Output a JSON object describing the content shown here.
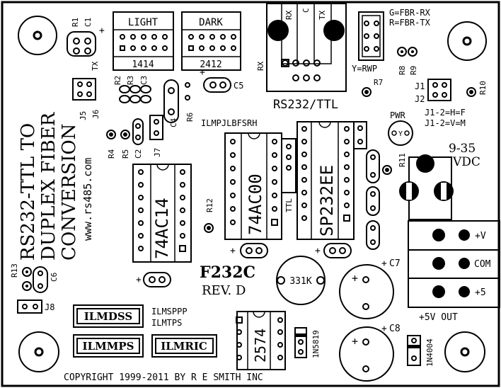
{
  "board": {
    "title_line1": "RS232-TTL TO",
    "title_line2": "DUPLEX FIBER",
    "title_line3": "CONVERSION",
    "website": "www.rs485.com",
    "model": "F232C",
    "revision": "REV. D",
    "copyright": "COPYRIGHT 1999-2011 BY R E SMITH INC"
  },
  "connectors": {
    "light_label": "LIGHT",
    "light_part": "1414",
    "dark_label": "DARK",
    "dark_part": "2412",
    "rs232_ttl": "RS232/TTL",
    "rx_top": "RX",
    "c_top": "C",
    "tx_top": "TX",
    "rx_side": "RX",
    "tx_side": "TX"
  },
  "legend": {
    "g_fbr_rx": "G=FBR-RX",
    "r_fbr_tx": "R=FBR-TX",
    "y_rwp": "Y=RWP",
    "j1_h_f": "J1-2=H=F",
    "j1_v_m": "J1-2=V=M",
    "pwr": "PWR",
    "led_y": "Y"
  },
  "power": {
    "input": "9-35",
    "input_unit": "VDC",
    "plus_v": "+V",
    "com": "COM",
    "plus5": "+5",
    "out": "+5V OUT"
  },
  "chips": {
    "u1": "74AC14",
    "u2": "74AC00",
    "u3": "SP232EE",
    "u4": "2574",
    "ttl": "TTL",
    "inductor": "331K",
    "d1": "1N5819",
    "d2": "1N4004"
  },
  "strings": {
    "ilmp": "ILMPJLBFSRH",
    "ilmspp": "ILMSPPP",
    "ilmtps": "ILMTPS",
    "box1": "ILMDSS",
    "box2": "ILMMPS",
    "box3": "ILMRIC"
  },
  "refdes": {
    "R1": "R1",
    "C1": "C1",
    "R2": "R2",
    "C3": "C3",
    "R3": "R3",
    "C4": "C4",
    "R6": "R6",
    "R4": "R4",
    "R5": "R5",
    "C2": "C2",
    "J7": "J7",
    "J5": "J5",
    "J6": "J6",
    "C5": "C5",
    "R7": "R7",
    "R8": "R8",
    "R9": "R9",
    "J1": "J1",
    "J2": "J2",
    "R10": "R10",
    "R11": "R11",
    "R12": "R12",
    "R13": "R13",
    "C6": "C6",
    "J8": "J8",
    "C7": "C7",
    "C8": "C8"
  },
  "polarity": {
    "plus_c1": "+",
    "plus_c5": "+",
    "plus_u2a": "+",
    "plus_u2b": "+",
    "plus_u1": "+",
    "plus_c7a": "+",
    "plus_c7b": "+",
    "plus_c8a": "+",
    "plus_c8b": "+"
  }
}
